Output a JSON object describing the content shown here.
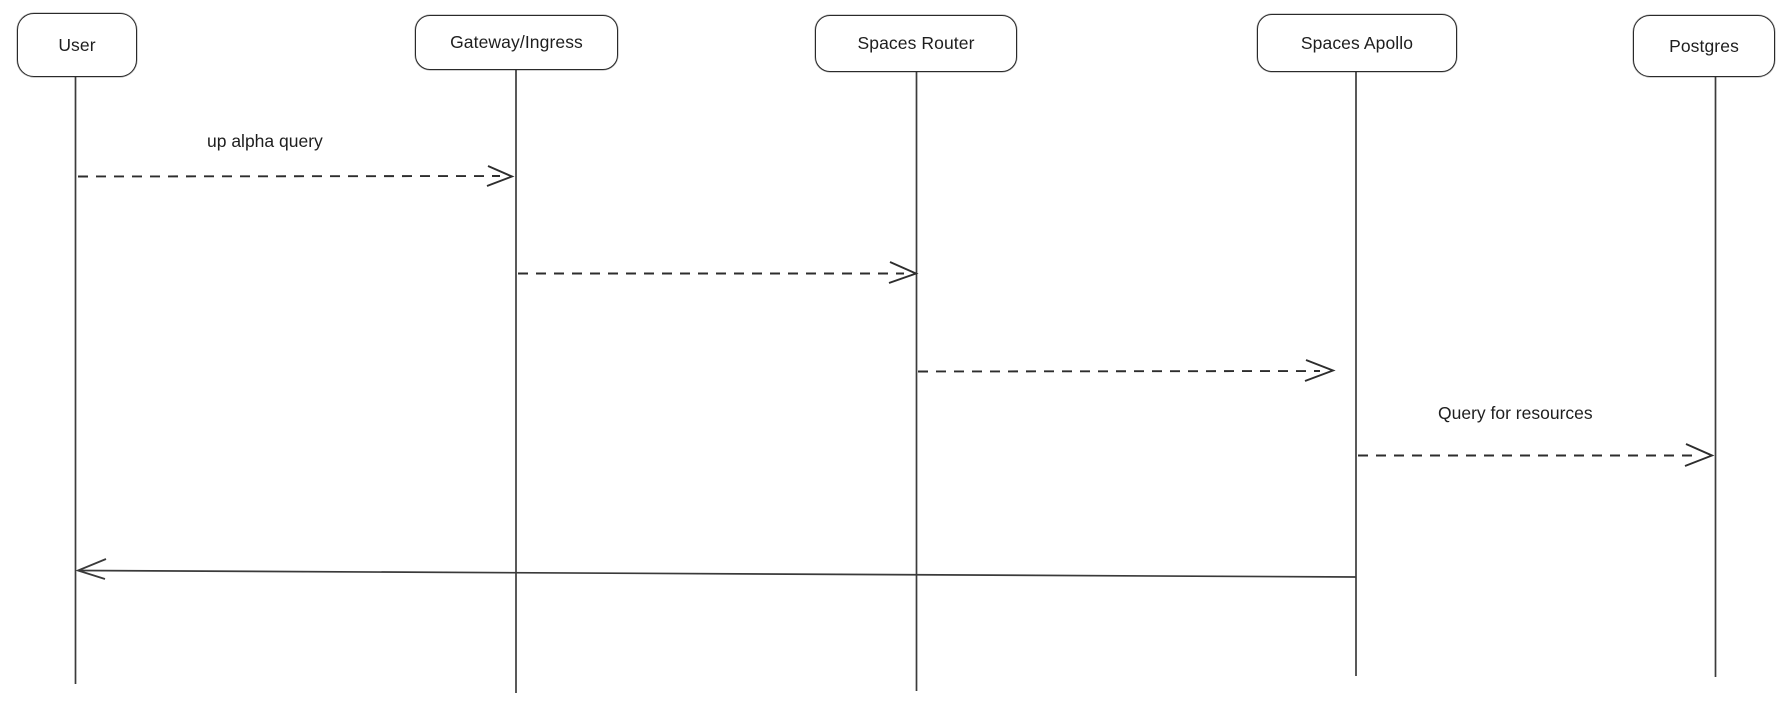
{
  "diagram": {
    "type": "sequence-diagram",
    "background_color": "#ffffff",
    "stroke_color": "#1e1e1e",
    "actors": [
      {
        "id": "user",
        "label": "User"
      },
      {
        "id": "gateway-ingress",
        "label": "Gateway/Ingress"
      },
      {
        "id": "spaces-router",
        "label": "Spaces Router"
      },
      {
        "id": "spaces-apollo",
        "label": "Spaces Apollo"
      },
      {
        "id": "postgres",
        "label": "Postgres"
      }
    ],
    "messages": [
      {
        "from": "User",
        "to": "Gateway/Ingress",
        "label": "up alpha query",
        "line_style": "dashed"
      },
      {
        "from": "Gateway/Ingress",
        "to": "Spaces Router",
        "label": "",
        "line_style": "dashed"
      },
      {
        "from": "Spaces Router",
        "to": "Spaces Apollo",
        "label": "",
        "line_style": "dashed"
      },
      {
        "from": "Spaces Apollo",
        "to": "Postgres",
        "label": "Query for resources",
        "line_style": "dashed"
      },
      {
        "from": "Spaces Apollo",
        "to": "User",
        "label": "",
        "line_style": "solid"
      }
    ]
  }
}
